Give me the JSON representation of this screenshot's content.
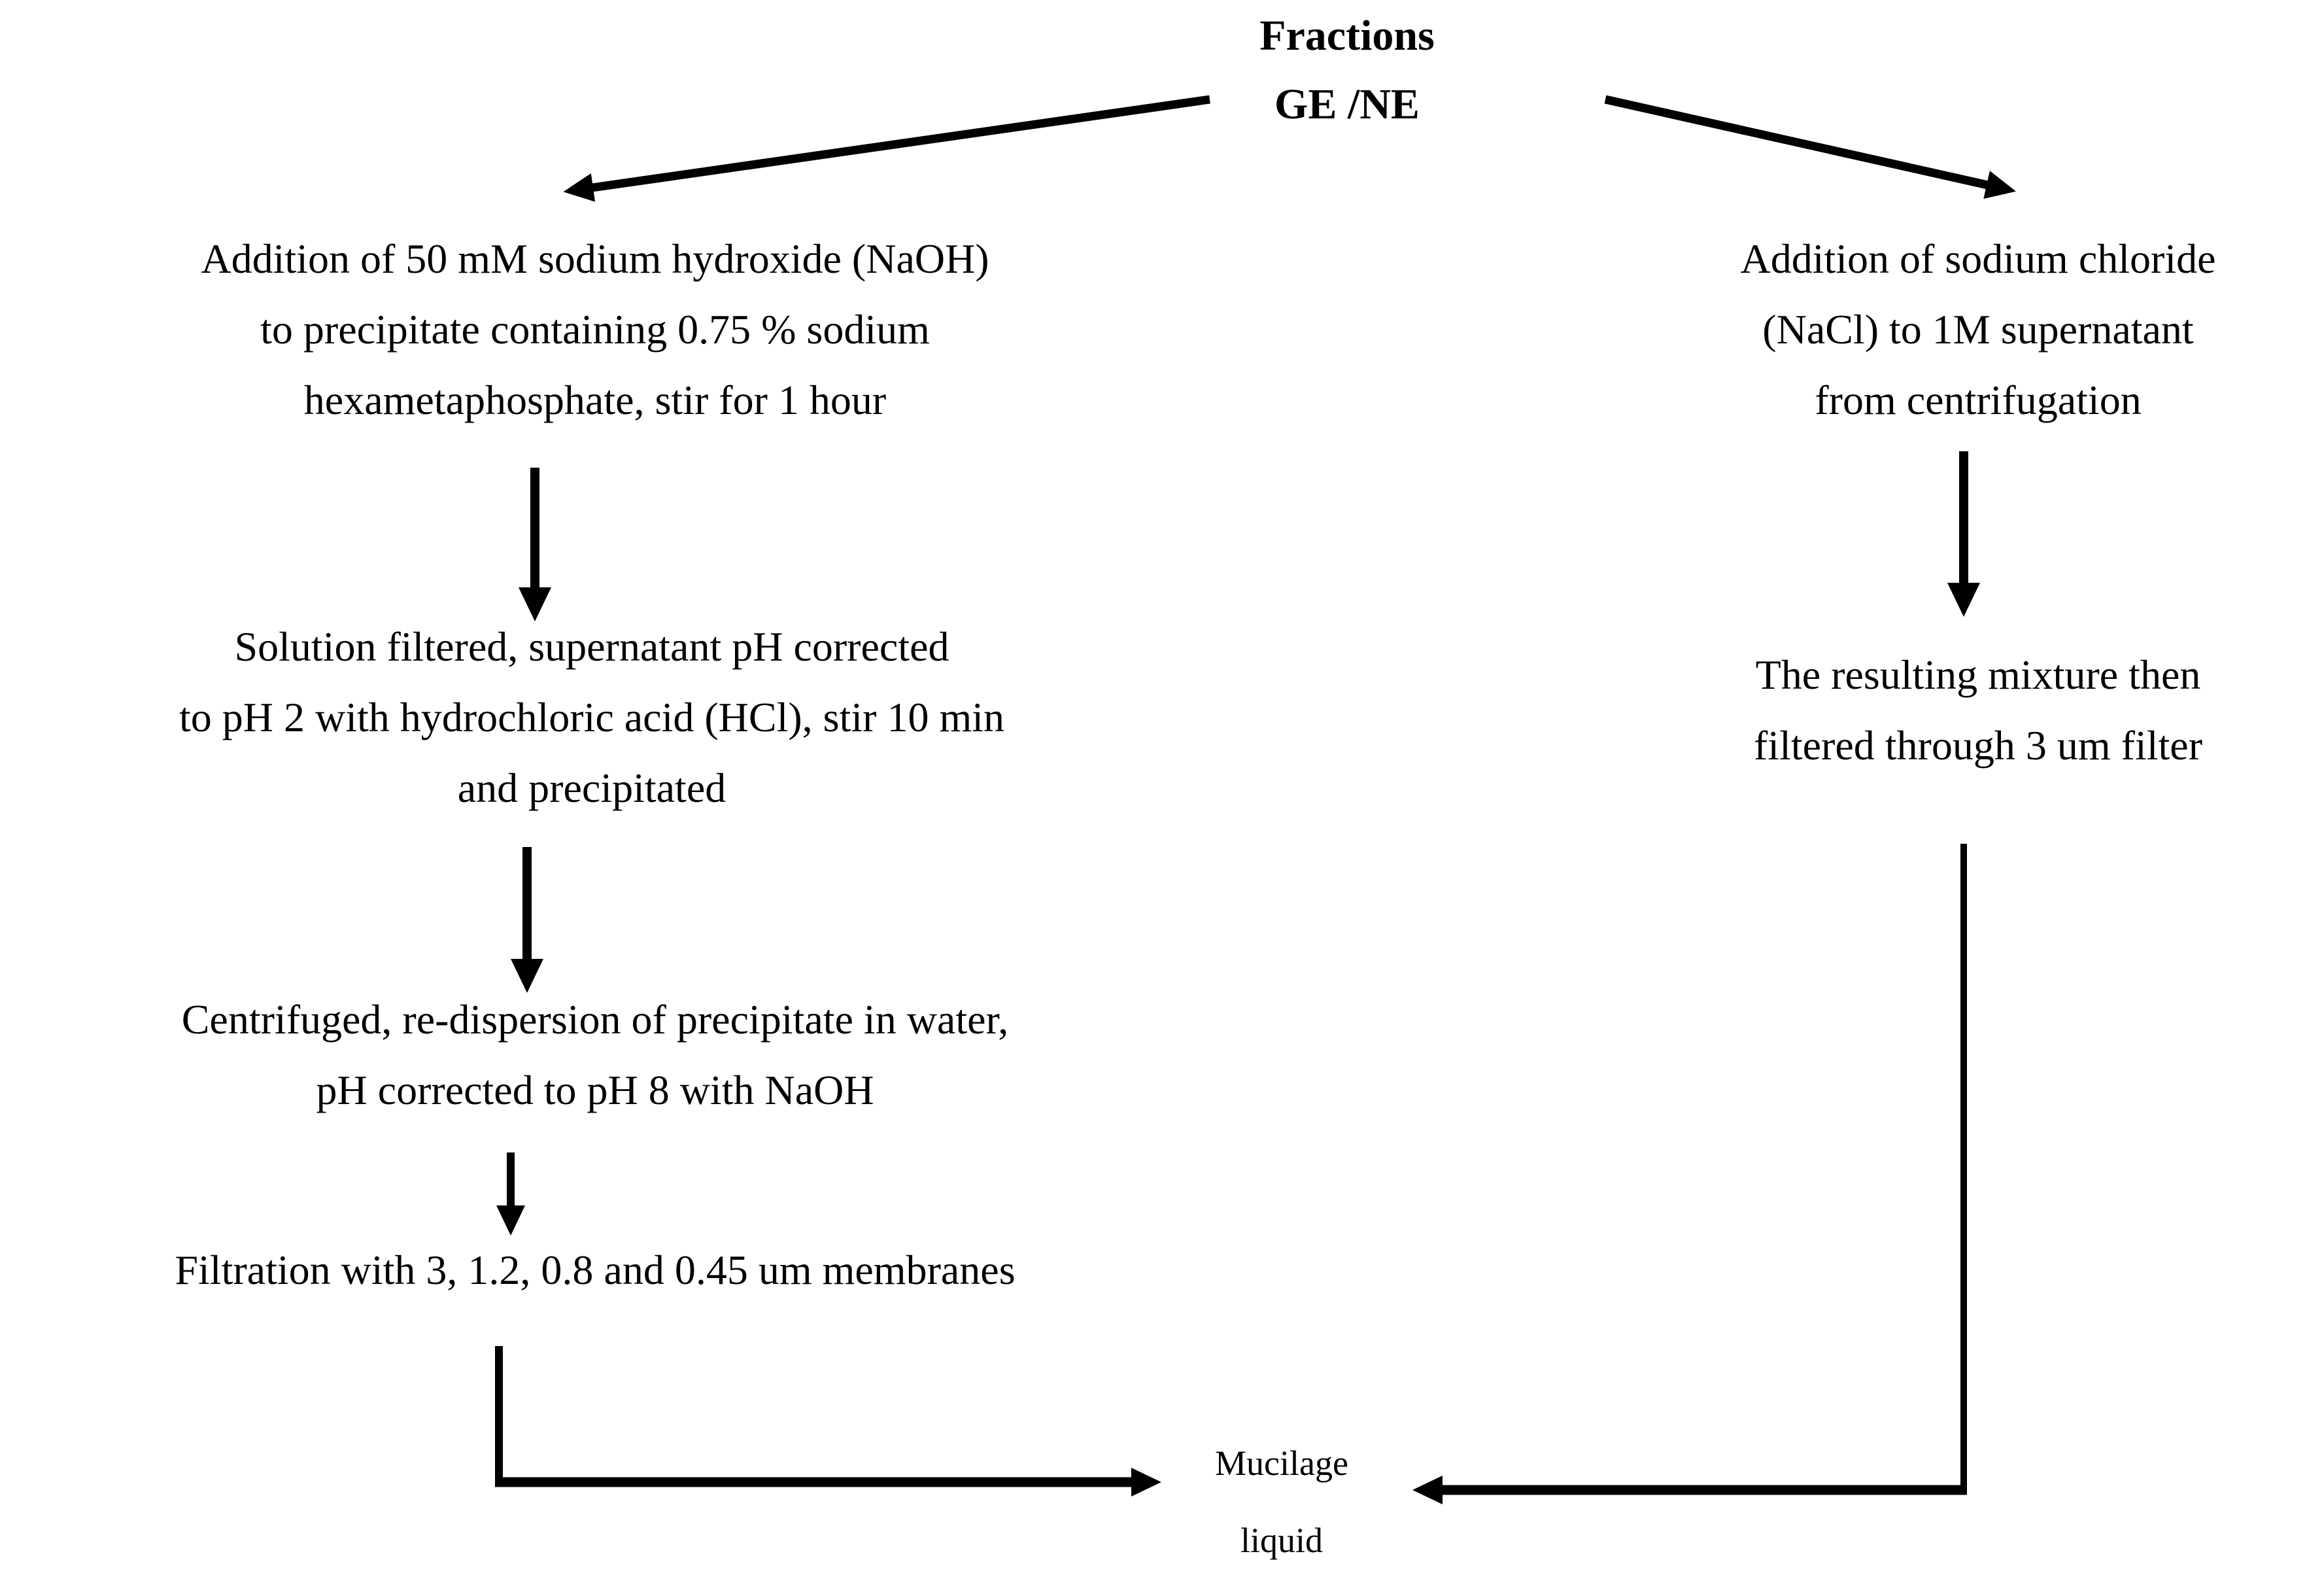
{
  "diagram": {
    "title": "Fractions\nGE /NE",
    "left_branch": {
      "step1": "Addition of 50 mM sodium hydroxide (NaOH)\nto precipitate containing 0.75 % sodium\nhexametaphosphate, stir for 1 hour",
      "step2": "Solution filtered, supernatant pH corrected\nto pH 2 with hydrochloric acid (HCl), stir 10 min\nand precipitated",
      "step3": "Centrifuged, re-dispersion of precipitate in water,\npH corrected to pH 8 with NaOH",
      "step4": "Filtration with 3, 1.2, 0.8 and 0.45 um membranes"
    },
    "right_branch": {
      "step1": "Addition of sodium chloride\n(NaCl) to 1M supernatant\nfrom centrifugation",
      "step2": "The resulting mixture then\nfiltered through 3 um filter"
    },
    "result": "Mucilage\nliquid",
    "colors": {
      "ink": "#000000",
      "background": "#ffffff"
    }
  }
}
